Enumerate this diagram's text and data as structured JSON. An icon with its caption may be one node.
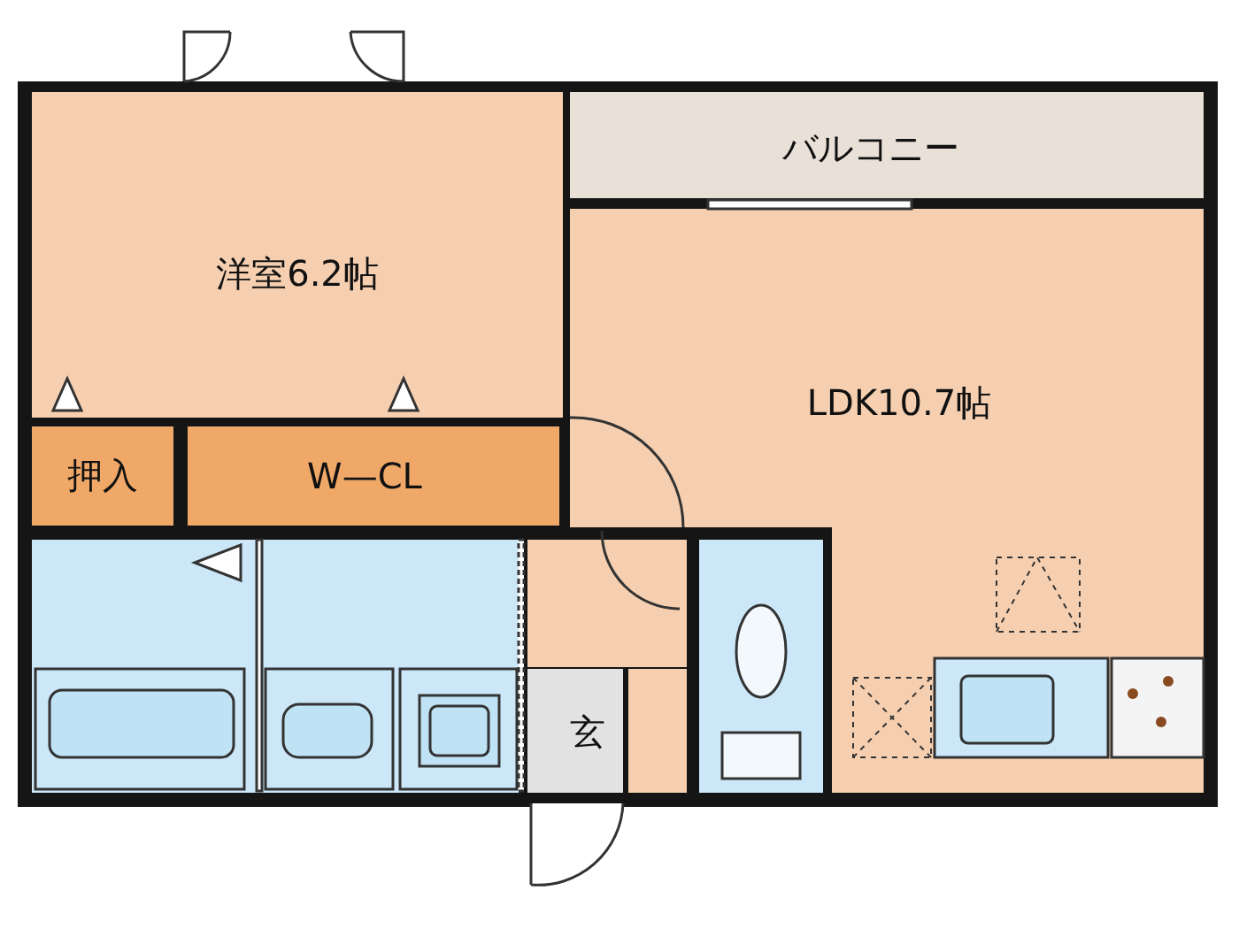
{
  "diagram": {
    "nodes": [
      {
        "text": [
          "洋室6.2帖"
        ]
      },
      {
        "text": [
          "バルコニー"
        ]
      },
      {
        "text": [
          "LDK10.7帖"
        ]
      },
      {
        "text": [
          "押入"
        ]
      },
      {
        "text": [
          "W—CL"
        ]
      },
      {
        "text": [
          "玄"
        ]
      }
    ]
  }
}
